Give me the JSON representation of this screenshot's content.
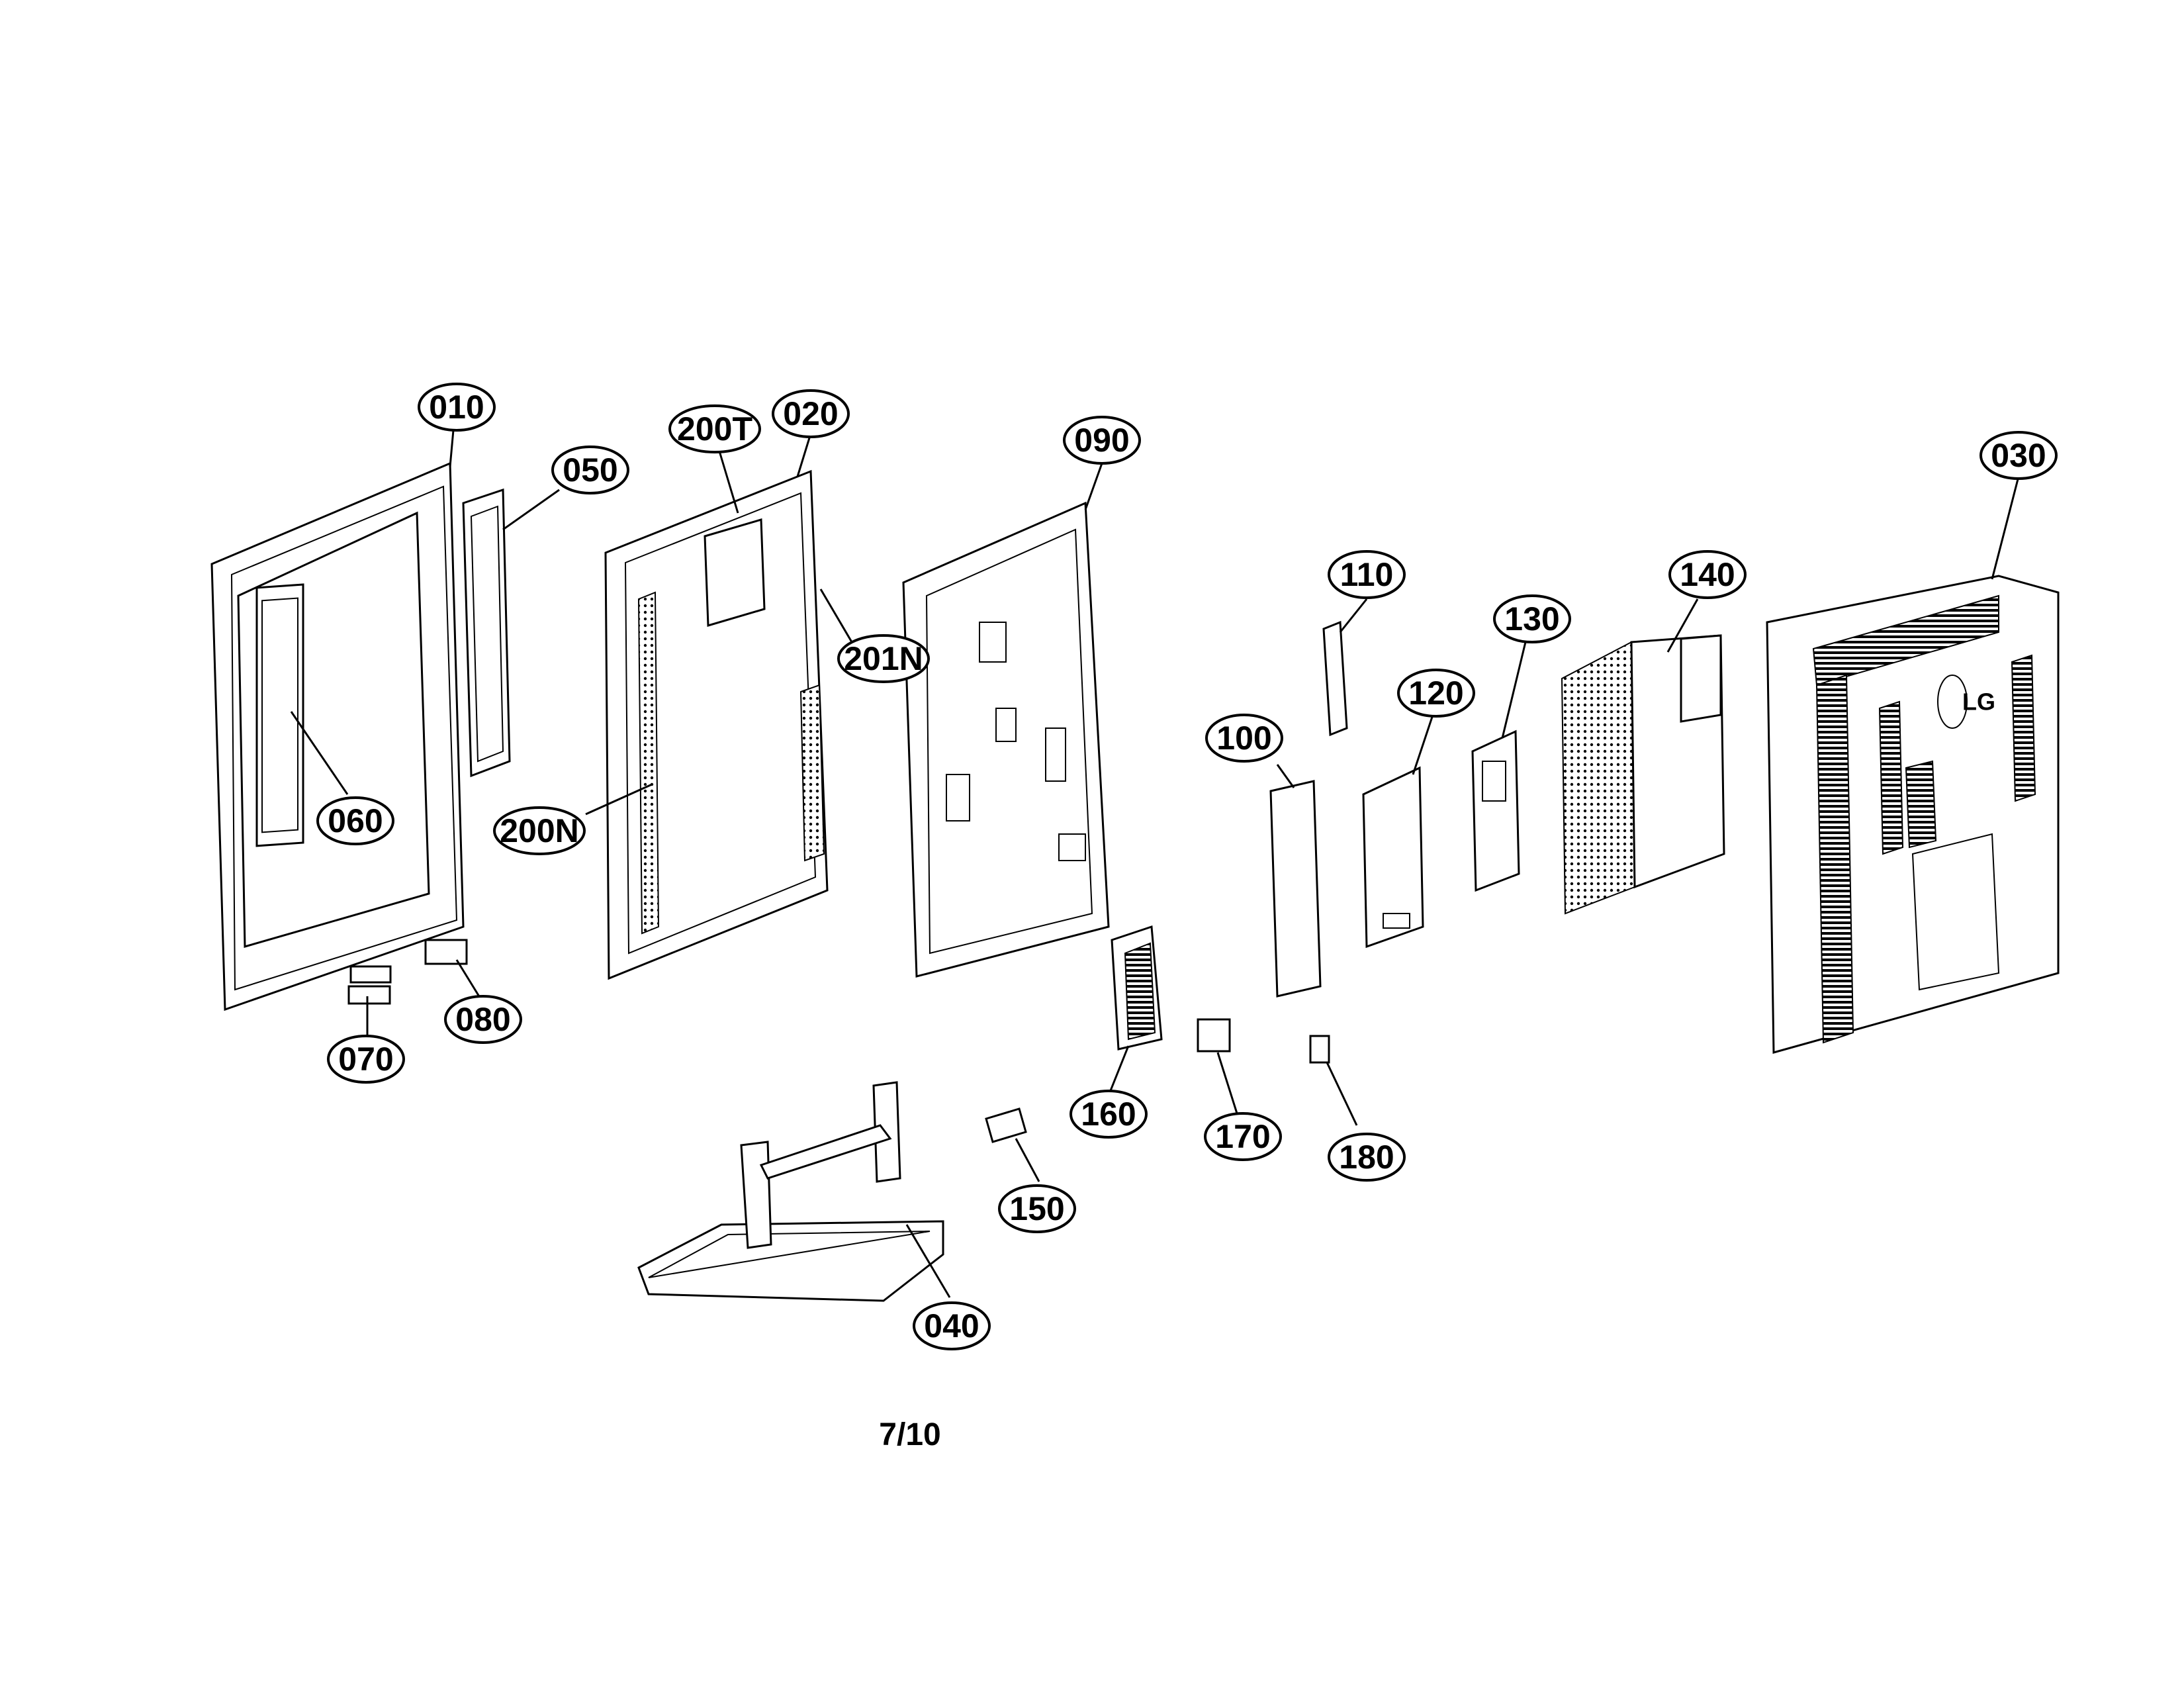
{
  "page_number": "7/10",
  "callouts": [
    "010",
    "050",
    "200T",
    "020",
    "090",
    "030",
    "201N",
    "060",
    "200N",
    "080",
    "070",
    "110",
    "130",
    "140",
    "120",
    "100",
    "160",
    "170",
    "180",
    "150",
    "040"
  ],
  "logo_text": "LG"
}
